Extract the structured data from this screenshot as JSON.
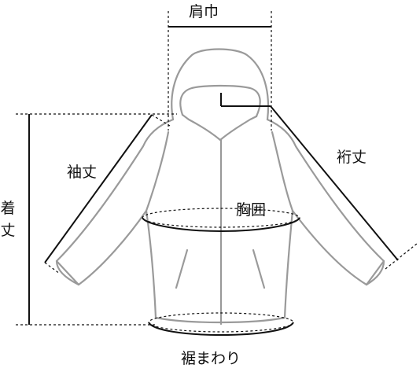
{
  "labels": {
    "shoulder_width": "肩巾",
    "sleeve_length": "袖丈",
    "yuki_length": "裄丈",
    "chest": "胸囲",
    "body_length_top": "着",
    "body_length_bottom": "丈",
    "hem_circumference": "裾まわり"
  },
  "colors": {
    "garment_outline": "#9a9a9a",
    "measurement_lines": "#111111",
    "background": "#ffffff"
  }
}
